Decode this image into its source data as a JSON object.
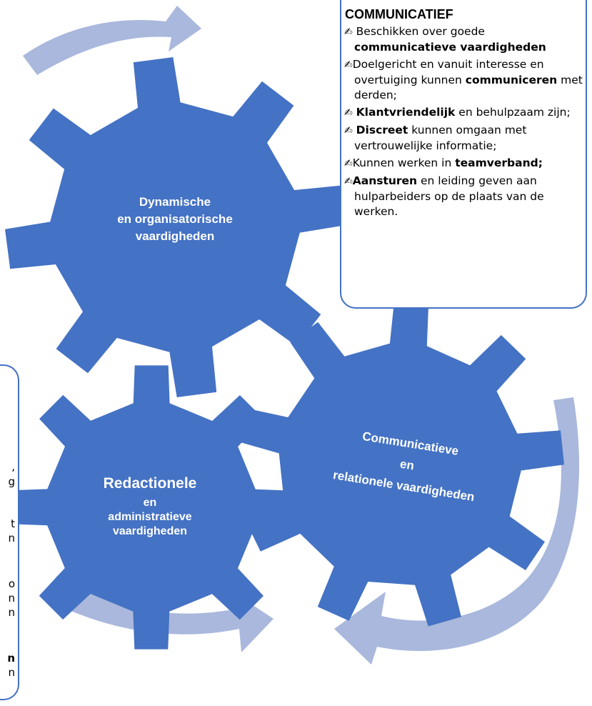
{
  "colors": {
    "gear": "#4472c4",
    "arrow": "#a9b8dc",
    "box_border": "#4472c4"
  },
  "gears": {
    "dynamic": {
      "lines": [
        "Dynamische",
        "en organisatorische",
        "vaardigheden"
      ]
    },
    "redactional": {
      "title": "Redactionele",
      "lines": [
        "en",
        "administratieve",
        "vaardigheden"
      ]
    },
    "communicative": {
      "lines": [
        "Communicatieve",
        "en",
        "relationele vaardigheden"
      ]
    }
  },
  "communicatief": {
    "title": "COMMUNICATIEF",
    "bullet_icon": "writing-hand-icon",
    "items": [
      {
        "pre": " Beschikken over goede ",
        "bold": "communicatieve vaardigheden",
        "post": ""
      },
      {
        "pre": "Doelgericht en vanuit interesse en overtuiging kunnen ",
        "bold": "communiceren",
        "post": " met derden;"
      },
      {
        "pre": " ",
        "bold": "Klantvriendelijk",
        "post": " en behulpzaam zijn;"
      },
      {
        "pre": " ",
        "bold": "Discreet",
        "post": " kunnen omgaan met vertrouwelijke informatie;"
      },
      {
        "pre": "Kunnen werken in ",
        "bold": "teamverband;",
        "post": ""
      },
      {
        "pre": "",
        "bold": "Aansturen",
        "post": " en leiding geven aan hulparbeiders op de plaats van de werken."
      }
    ]
  },
  "left_fragments": [
    ",",
    "g",
    "t",
    "n",
    "o",
    "n",
    "n",
    "n",
    "n"
  ]
}
